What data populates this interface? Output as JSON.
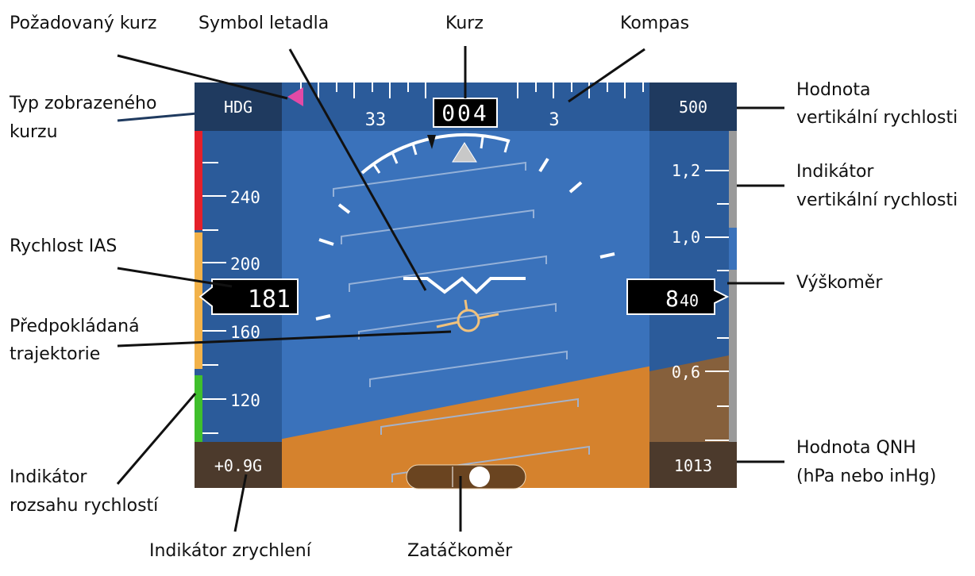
{
  "callouts": {
    "target_heading": "Požadovaný kurz",
    "aircraft_symbol": "Symbol letadla",
    "heading": "Kurz",
    "compass": "Kompas",
    "heading_type_l1": "Typ zobrazeného",
    "heading_type_l2": "kurzu",
    "vs_value_l1": "Hodnota",
    "vs_value_l2": "vertikální rychlosti",
    "vs_indicator_l1": "Indikátor",
    "vs_indicator_l2": "vertikální rychlosti",
    "ias": "Rychlost IAS",
    "altimeter": "Výškoměr",
    "flight_path_l1": "Předpokládaná",
    "flight_path_l2": "trajektorie",
    "speed_range_l1": "Indikátor",
    "speed_range_l2": "rozsahu rychlostí",
    "qnh_l1": "Hodnota QNH",
    "qnh_l2": "(hPa nebo inHg)",
    "accel": "Indikátor zrychlení",
    "turn": "Zatáčkoměr"
  },
  "pfd": {
    "heading_mode": "HDG",
    "heading_value": "004",
    "heading_scale": {
      "left": "33",
      "right": "3"
    },
    "vs_value": "500",
    "speed_value": "181",
    "speed_ticks": [
      "240",
      "200",
      "160",
      "120"
    ],
    "altitude_main": "8",
    "altitude_small": "40",
    "vs_scale": [
      "1,2",
      "1,0",
      "0,6"
    ],
    "g_value": "+0.9G",
    "qnh_value": "1013"
  },
  "colors": {
    "sky": "#3a72bb",
    "ground": "#d5822d",
    "tape": "#2b5b9a",
    "dark_box": "#1f3a5f",
    "target_marker": "#e24aa6",
    "flight_path_marker": "#f1c27d",
    "speed_red": "#e5202a",
    "speed_amber": "#f2b24a",
    "speed_green": "#3fbf2c"
  }
}
